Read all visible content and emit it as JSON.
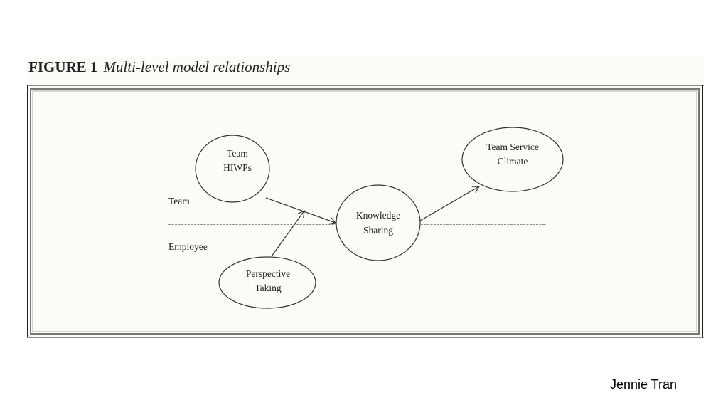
{
  "figure": {
    "label": "FIGURE 1",
    "caption": "Multi-level model relationships",
    "levels": {
      "upper": "Team",
      "lower": "Employee"
    },
    "nodes": [
      {
        "id": "hiwps",
        "lines": [
          "Team",
          "HIWPs"
        ]
      },
      {
        "id": "ks",
        "lines": [
          "Knowledge",
          "Sharing"
        ]
      },
      {
        "id": "tsc",
        "lines": [
          "Team Service",
          "Climate"
        ]
      },
      {
        "id": "pt",
        "lines": [
          "Perspective",
          "Taking"
        ]
      }
    ],
    "edges": [
      {
        "from": "hiwps",
        "to": "ks"
      },
      {
        "from": "ks",
        "to": "tsc"
      },
      {
        "from": "pt",
        "to": "hiwps-ks-path",
        "type": "moderation"
      }
    ]
  },
  "footer": {
    "author": "Jennie Tran"
  }
}
